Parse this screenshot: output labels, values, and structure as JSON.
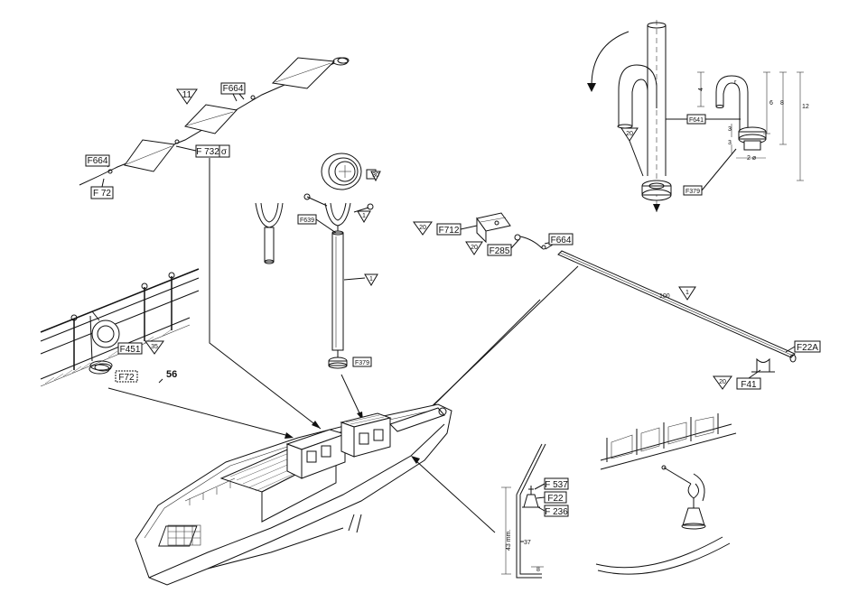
{
  "parts": {
    "f664_top": "F664",
    "f664_left": "F664",
    "f72": "F 72",
    "f732": "F 732",
    "f732_suffix": "σ",
    "tri_11": "11",
    "f639": "F639",
    "tri_30": "30",
    "tri_1a": "1",
    "tri_1b": "1",
    "f379_mid": "F379",
    "tri_20a": "20",
    "f712": "F712",
    "tri_20b": "20",
    "f285": "F285",
    "f664_right": "F664",
    "len_100": "100",
    "tri_1c": "1",
    "f22a": "F22A",
    "tri_20c": "20",
    "f41": "F41",
    "f451": "F451",
    "tri_35": "35",
    "f72_rail": "F72",
    "num_56": "56",
    "f537": "F 537",
    "f22": "F22",
    "f236": "F 236",
    "dim_43": "43 mm.",
    "num_37": "37",
    "num_8": "8"
  },
  "detail_hook": {
    "tri_20": "20",
    "f641": "F641",
    "f379": "F379",
    "dim_4": "4",
    "dim_6": "6",
    "dim_8": "8",
    "dim_12": "12",
    "dim_3": "3",
    "dim_2": "2 ø",
    "r_label": "r"
  }
}
